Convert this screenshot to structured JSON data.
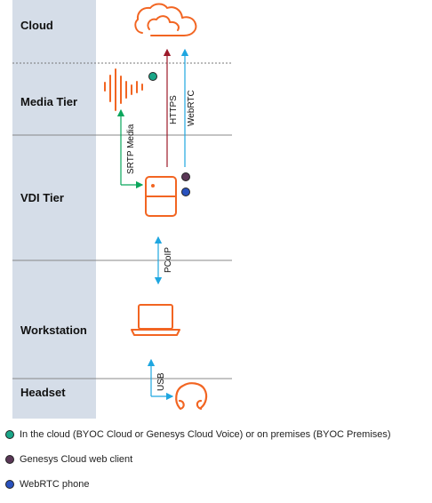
{
  "tiers": [
    {
      "label": "Cloud"
    },
    {
      "label": "Media Tier"
    },
    {
      "label": "VDI Tier"
    },
    {
      "label": "Workstation"
    },
    {
      "label": "Headset"
    }
  ],
  "connections": {
    "srtp": "SRTP Media",
    "https": "HTTPS",
    "webrtc": "WebRTC",
    "pcoip": "PCoIP",
    "usb": "USB"
  },
  "icons": {
    "cloud": "cloud-icon",
    "media": "media-waveform-icon",
    "vdi": "server-icon",
    "workstation": "laptop-icon",
    "headset": "headset-icon"
  },
  "colors": {
    "sidebar": "#d5dde8",
    "icon": "#f26522",
    "srtp": "#0ba65c",
    "https": "#9d1a2a",
    "webrtc": "#1ea6e0",
    "pcoip": "#1ea6e0",
    "usb": "#1ea6e0",
    "dot_cloud": "#1aa688",
    "dot_web": "#5a3756",
    "dot_phone": "#2a52be"
  },
  "legend": [
    {
      "text": "In the cloud (BYOC Cloud or Genesys Cloud Voice) or on premises (BYOC Premises)",
      "color": "#1aa688"
    },
    {
      "text": "Genesys Cloud web client",
      "color": "#5a3756"
    },
    {
      "text": "WebRTC phone",
      "color": "#2a52be"
    }
  ]
}
